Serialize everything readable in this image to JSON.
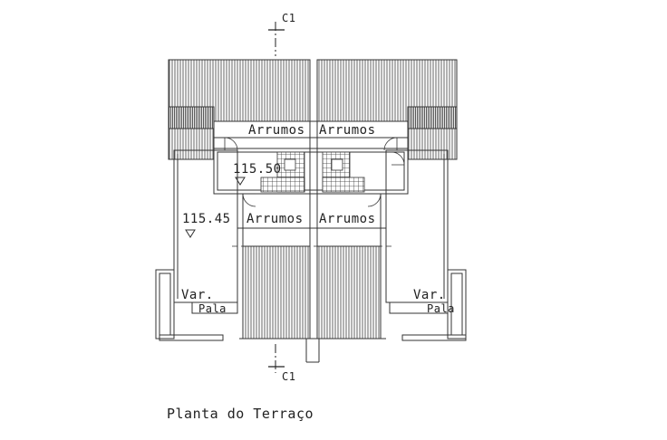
{
  "plan": {
    "title": "Planta do Terraço",
    "section_top": "C1",
    "section_bottom": "C1",
    "storage_top_left": "Arrumos",
    "storage_top_right": "Arrumos",
    "storage_mid_left": "Arrumos",
    "storage_mid_right": "Arrumos",
    "level_center": "115.50",
    "level_left": "115.45",
    "veranda_left": "Var.",
    "veranda_right": "Var.",
    "awning_left": "Pala",
    "awning_right": "Pala"
  }
}
